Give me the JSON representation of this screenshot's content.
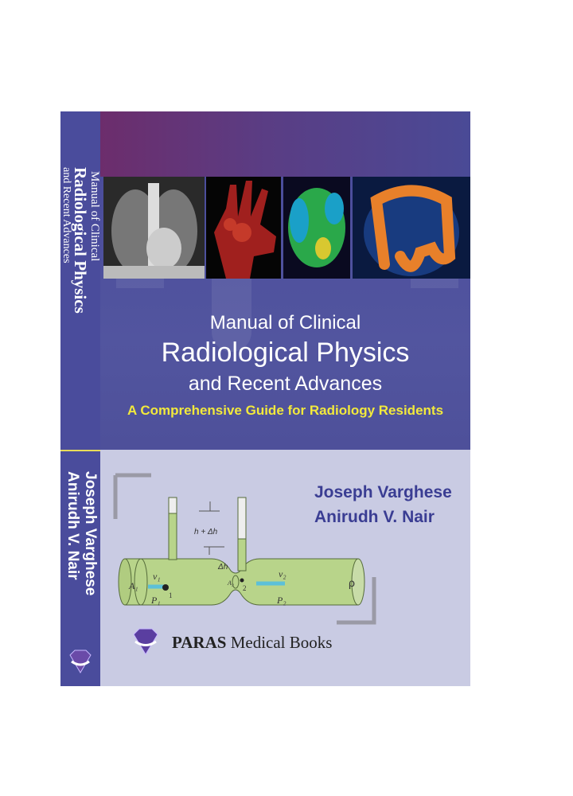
{
  "book": {
    "title_line1": "Manual of Clinical",
    "title_line2": "Radiological Physics",
    "title_line3": "and Recent Advances",
    "subtitle": "A Comprehensive Guide for Radiology Residents",
    "authors": [
      "Joseph Varghese",
      "Anirudh V. Nair"
    ],
    "publisher_bold": "PARAS",
    "publisher_rest": " Medical Books"
  },
  "spine": {
    "title_line1": "Manual of Clinical",
    "title_line2": "Radiological Physics",
    "title_line3": "and Recent Advances",
    "author1": "Joseph Varghese",
    "author2": "Anirudh V. Nair"
  },
  "diagram": {
    "label_h": "h + Δh",
    "label_dh": "Δh",
    "label_v1": "v₁",
    "label_v2": "v₂",
    "label_a1": "A₁",
    "label_a2": "A₂",
    "label_p1": "P₁",
    "label_p2": "P₂",
    "label_1": "1",
    "label_2": "2",
    "label_rho": "ρ"
  },
  "colors": {
    "spine": "#4a4c9c",
    "subtitle": "#f2e93c",
    "authors": "#3a3d93",
    "lower_panel": "#c9cbe3"
  },
  "images": [
    "chest-xray",
    "hand-3d-ct",
    "brain-map",
    "colon-render"
  ]
}
